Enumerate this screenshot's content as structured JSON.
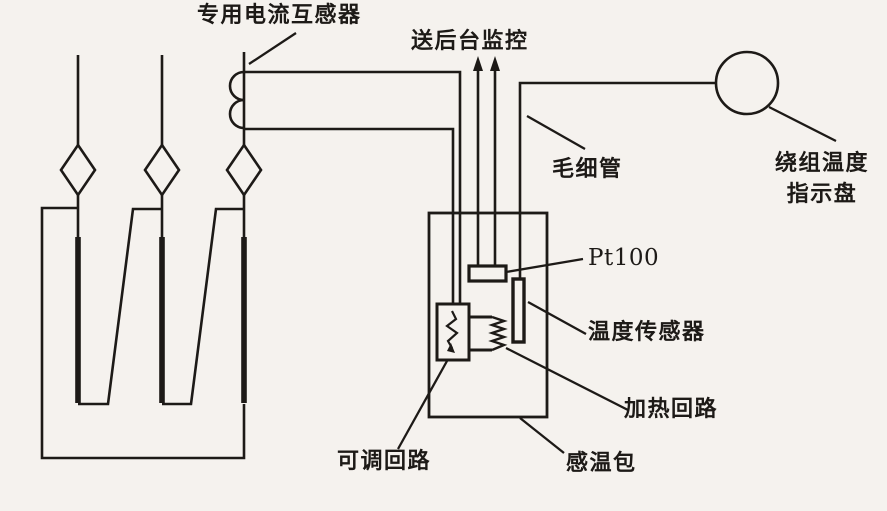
{
  "colors": {
    "background": "#f5f2ee",
    "ink": "#1d1a17"
  },
  "labels": {
    "current_transformer": "专用电流互感器",
    "monitor": "送后台监控",
    "capillary": "毛细管",
    "dial_line1": "绕组温度",
    "dial_line2": "指示盘",
    "pt100": "Pt100",
    "temp_sensor": "温度传感器",
    "heating_loop": "加热回路",
    "adjustable_loop": "可调回路",
    "sensing_bulb": "感温包"
  }
}
